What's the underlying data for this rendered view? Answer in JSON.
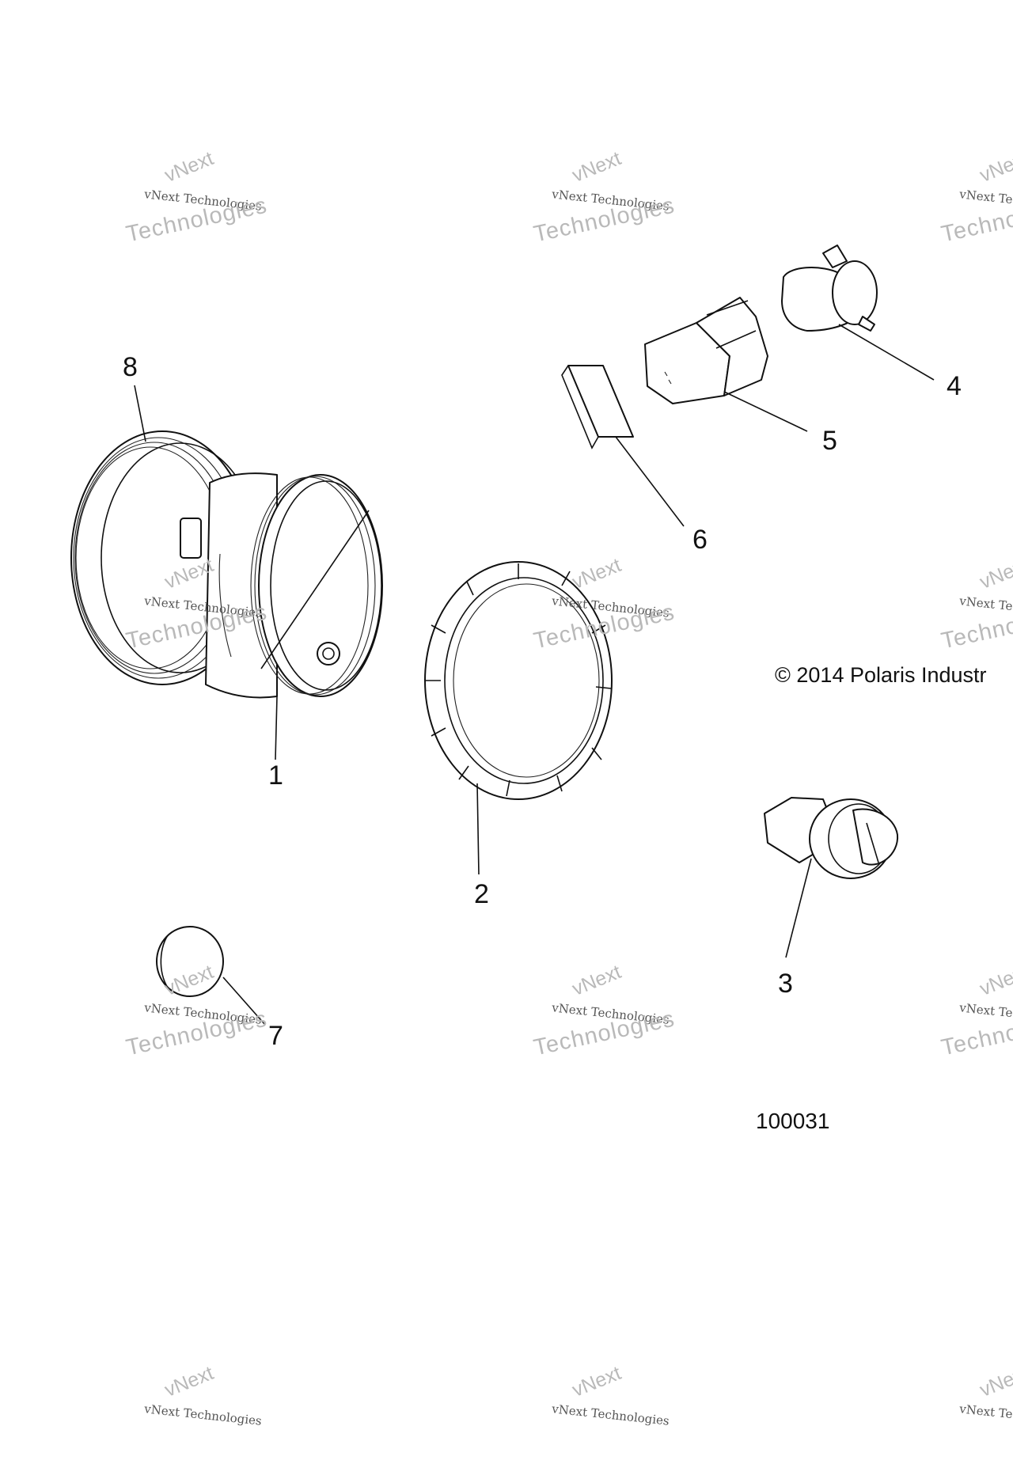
{
  "callouts": {
    "c1": "1",
    "c2": "2",
    "c3": "3",
    "c4": "4",
    "c5": "5",
    "c6": "6",
    "c7": "7",
    "c8": "8"
  },
  "copyright": "© 2014 Polaris Industr",
  "figure_number": "100031",
  "watermark": {
    "line1": "vNext",
    "line2": "vNext Technologies",
    "line3": "Technologies"
  },
  "colors": {
    "line": "#111111",
    "watermark": "#b9b9b9"
  }
}
